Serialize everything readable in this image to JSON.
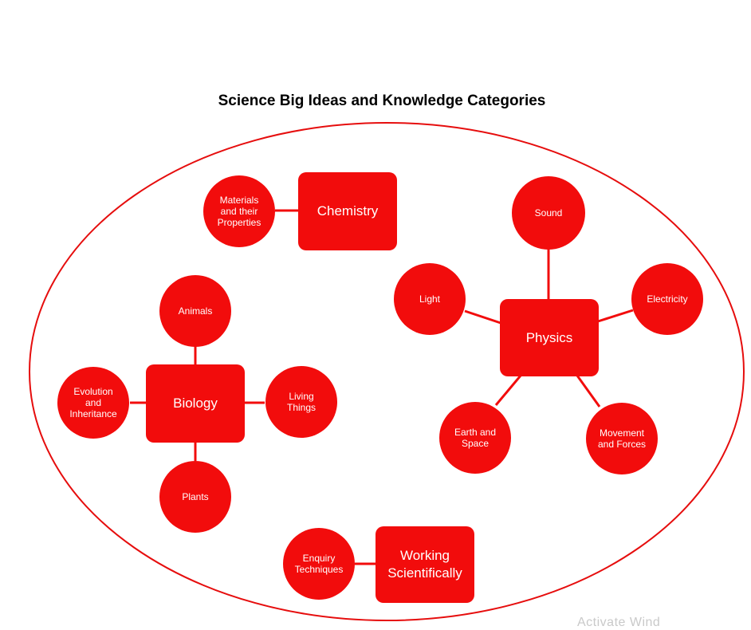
{
  "title": "Science Big Ideas and Knowledge Categories",
  "colors": {
    "node_fill": "#f20c0c",
    "ring_stroke": "#e60d0d",
    "node_text": "#ffffff",
    "title_text": "#000000"
  },
  "nodes": {
    "chemistry": "Chemistry",
    "materials": "Materials\nand their\nProperties",
    "biology": "Biology",
    "animals": "Animals",
    "living_things": "Living\nThings",
    "evolution": "Evolution\nand\nInheritance",
    "plants": "Plants",
    "physics": "Physics",
    "sound": "Sound",
    "light": "Light",
    "electricity": "Electricity",
    "earth_space": "Earth and\nSpace",
    "movement_forces": "Movement\nand Forces",
    "working_scientifically": "Working\nScientifically",
    "enquiry": "Enquiry\nTechniques"
  },
  "watermark": "Activate Wind"
}
